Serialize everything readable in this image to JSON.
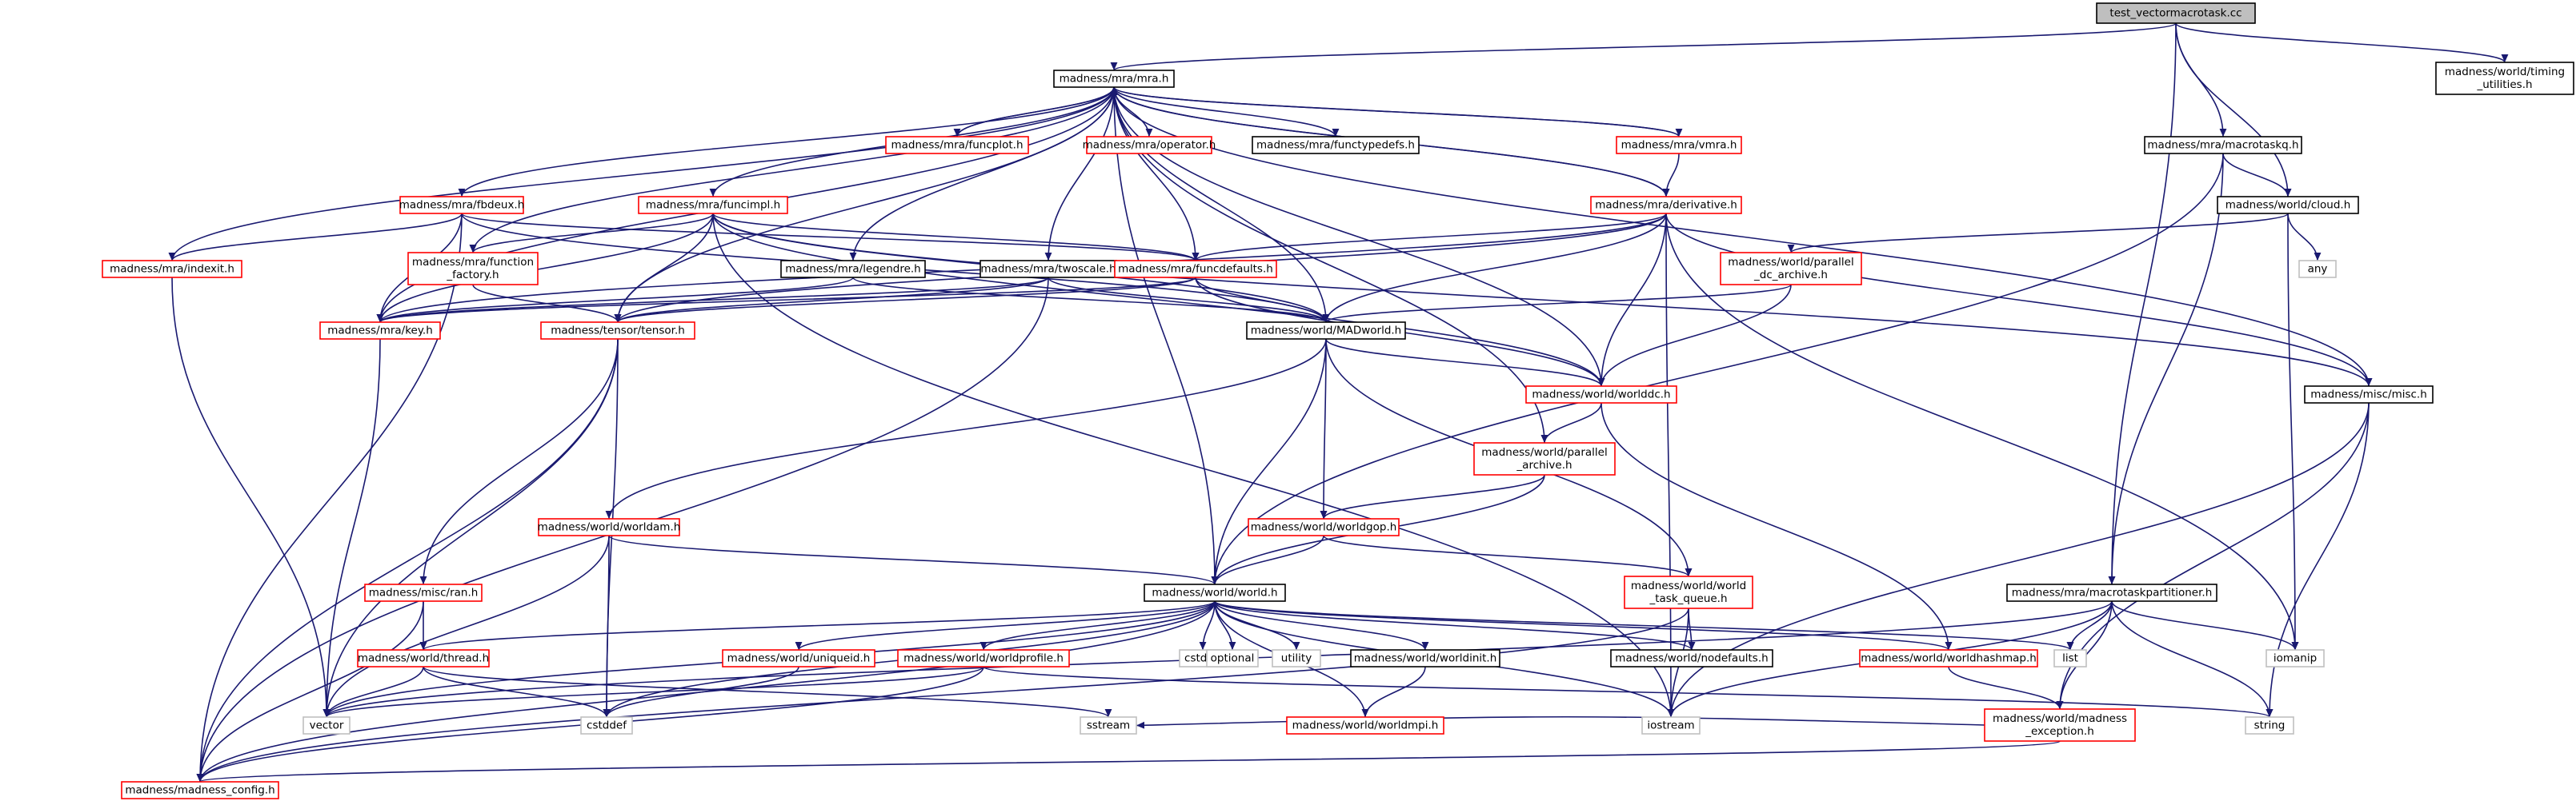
{
  "nodes": [
    {
      "id": "root",
      "label": "test_vectormacrotask.cc",
      "style": "root"
    },
    {
      "id": "timing",
      "label": "madness/world/timing\n_utilities.h",
      "style": "black"
    },
    {
      "id": "mra",
      "label": "madness/mra/mra.h",
      "style": "black"
    },
    {
      "id": "funcplot",
      "label": "madness/mra/funcplot.h",
      "style": "red"
    },
    {
      "id": "operator",
      "label": "madness/mra/operator.h",
      "style": "red"
    },
    {
      "id": "functypedefs",
      "label": "madness/mra/functypedefs.h",
      "style": "black"
    },
    {
      "id": "vmra",
      "label": "madness/mra/vmra.h",
      "style": "red"
    },
    {
      "id": "macrotaskq",
      "label": "madness/mra/macrotaskq.h",
      "style": "black"
    },
    {
      "id": "fbdeux",
      "label": "madness/mra/fbdeux.h",
      "style": "red"
    },
    {
      "id": "funcimpl",
      "label": "madness/mra/funcimpl.h",
      "style": "red"
    },
    {
      "id": "derivative",
      "label": "madness/mra/derivative.h",
      "style": "red"
    },
    {
      "id": "cloud",
      "label": "madness/world/cloud.h",
      "style": "black"
    },
    {
      "id": "indexit",
      "label": "madness/mra/indexit.h",
      "style": "red"
    },
    {
      "id": "funcfactory",
      "label": "madness/mra/function\n_factory.h",
      "style": "red"
    },
    {
      "id": "legendre",
      "label": "madness/mra/legendre.h",
      "style": "black"
    },
    {
      "id": "twoscale",
      "label": "madness/mra/twoscale.h",
      "style": "black"
    },
    {
      "id": "funcdefaults",
      "label": "madness/mra/funcdefaults.h",
      "style": "red"
    },
    {
      "id": "pardc",
      "label": "madness/world/parallel\n_dc_archive.h",
      "style": "red"
    },
    {
      "id": "any",
      "label": "any",
      "style": "gray"
    },
    {
      "id": "key",
      "label": "madness/mra/key.h",
      "style": "red"
    },
    {
      "id": "tensor",
      "label": "madness/tensor/tensor.h",
      "style": "red"
    },
    {
      "id": "madworld",
      "label": "madness/world/MADworld.h",
      "style": "black"
    },
    {
      "id": "worlddc",
      "label": "madness/world/worlddc.h",
      "style": "red"
    },
    {
      "id": "misc",
      "label": "madness/misc/misc.h",
      "style": "black"
    },
    {
      "id": "pararchive",
      "label": "madness/world/parallel\n_archive.h",
      "style": "red"
    },
    {
      "id": "worldam",
      "label": "madness/world/worldam.h",
      "style": "red"
    },
    {
      "id": "worldgop",
      "label": "madness/world/worldgop.h",
      "style": "red"
    },
    {
      "id": "ran",
      "label": "madness/misc/ran.h",
      "style": "red"
    },
    {
      "id": "world",
      "label": "madness/world/world.h",
      "style": "black"
    },
    {
      "id": "taskqueue",
      "label": "madness/world/world\n_task_queue.h",
      "style": "red"
    },
    {
      "id": "partitioner",
      "label": "madness/mra/macrotaskpartitioner.h",
      "style": "black"
    },
    {
      "id": "thread",
      "label": "madness/world/thread.h",
      "style": "red"
    },
    {
      "id": "uniqueid",
      "label": "madness/world/uniqueid.h",
      "style": "red"
    },
    {
      "id": "worldprofile",
      "label": "madness/world/worldprofile.h",
      "style": "red"
    },
    {
      "id": "cstdint",
      "label": "cstdint",
      "style": "gray"
    },
    {
      "id": "optional",
      "label": "optional",
      "style": "gray"
    },
    {
      "id": "utility",
      "label": "utility",
      "style": "gray"
    },
    {
      "id": "worldinit",
      "label": "madness/world/worldinit.h",
      "style": "black"
    },
    {
      "id": "nodefaults",
      "label": "madness/world/nodefaults.h",
      "style": "black"
    },
    {
      "id": "worldhashmap",
      "label": "madness/world/worldhashmap.h",
      "style": "red"
    },
    {
      "id": "list",
      "label": "list",
      "style": "gray"
    },
    {
      "id": "iomanip",
      "label": "iomanip",
      "style": "gray"
    },
    {
      "id": "vector",
      "label": "vector",
      "style": "gray"
    },
    {
      "id": "cstddef",
      "label": "cstddef",
      "style": "gray"
    },
    {
      "id": "sstream",
      "label": "sstream",
      "style": "gray"
    },
    {
      "id": "worldmpi",
      "label": "madness/world/worldmpi.h",
      "style": "red"
    },
    {
      "id": "iostream",
      "label": "iostream",
      "style": "gray"
    },
    {
      "id": "madexc",
      "label": "madness/world/madness\n_exception.h",
      "style": "red"
    },
    {
      "id": "string",
      "label": "string",
      "style": "gray"
    },
    {
      "id": "config",
      "label": "madness/madness_config.h",
      "style": "red"
    }
  ],
  "edges": [
    [
      "root",
      "mra"
    ],
    [
      "root",
      "macrotaskq"
    ],
    [
      "root",
      "cloud"
    ],
    [
      "root",
      "partitioner"
    ],
    [
      "root",
      "timing"
    ],
    [
      "mra",
      "funcplot"
    ],
    [
      "mra",
      "operator"
    ],
    [
      "mra",
      "functypedefs"
    ],
    [
      "mra",
      "vmra"
    ],
    [
      "mra",
      "fbdeux"
    ],
    [
      "mra",
      "funcimpl"
    ],
    [
      "mra",
      "derivative"
    ],
    [
      "mra",
      "indexit"
    ],
    [
      "mra",
      "funcfactory"
    ],
    [
      "mra",
      "legendre"
    ],
    [
      "mra",
      "twoscale"
    ],
    [
      "mra",
      "funcdefaults"
    ],
    [
      "mra",
      "key"
    ],
    [
      "mra",
      "tensor"
    ],
    [
      "mra",
      "madworld"
    ],
    [
      "mra",
      "worlddc"
    ],
    [
      "mra",
      "misc"
    ],
    [
      "mra",
      "pararchive"
    ],
    [
      "mra",
      "world"
    ],
    [
      "vmra",
      "mra"
    ],
    [
      "vmra",
      "derivative"
    ],
    [
      "derivative",
      "mra"
    ],
    [
      "funcplot",
      "mra"
    ],
    [
      "fbdeux",
      "indexit"
    ],
    [
      "fbdeux",
      "key"
    ],
    [
      "fbdeux",
      "funcdefaults"
    ],
    [
      "fbdeux",
      "config"
    ],
    [
      "fbdeux",
      "madworld"
    ],
    [
      "funcimpl",
      "funcfactory"
    ],
    [
      "funcimpl",
      "funcdefaults"
    ],
    [
      "funcimpl",
      "key"
    ],
    [
      "funcimpl",
      "tensor"
    ],
    [
      "funcimpl",
      "madworld"
    ],
    [
      "funcimpl",
      "worlddc"
    ],
    [
      "funcimpl",
      "iostream"
    ],
    [
      "funcimpl",
      "misc"
    ],
    [
      "derivative",
      "funcdefaults"
    ],
    [
      "derivative",
      "tensor"
    ],
    [
      "derivative",
      "madworld"
    ],
    [
      "derivative",
      "worlddc"
    ],
    [
      "derivative",
      "key"
    ],
    [
      "derivative",
      "misc"
    ],
    [
      "derivative",
      "iomanip"
    ],
    [
      "derivative",
      "iostream"
    ],
    [
      "macrotaskq",
      "cloud"
    ],
    [
      "macrotaskq",
      "partitioner"
    ],
    [
      "macrotaskq",
      "world"
    ],
    [
      "cloud",
      "pardc"
    ],
    [
      "cloud",
      "any"
    ],
    [
      "cloud",
      "iomanip"
    ],
    [
      "indexit",
      "vector"
    ],
    [
      "funcfactory",
      "tensor"
    ],
    [
      "legendre",
      "key"
    ],
    [
      "legendre",
      "madworld"
    ],
    [
      "twoscale",
      "tensor"
    ],
    [
      "twoscale",
      "key"
    ],
    [
      "twoscale",
      "madworld"
    ],
    [
      "twoscale",
      "config"
    ],
    [
      "funcdefaults",
      "key"
    ],
    [
      "funcdefaults",
      "tensor"
    ],
    [
      "funcdefaults",
      "madworld"
    ],
    [
      "funcdefaults",
      "worlddc"
    ],
    [
      "pardc",
      "madworld"
    ],
    [
      "pardc",
      "worlddc"
    ],
    [
      "key",
      "vector"
    ],
    [
      "tensor",
      "ran"
    ],
    [
      "tensor",
      "vector"
    ],
    [
      "tensor",
      "cstddef"
    ],
    [
      "tensor",
      "config"
    ],
    [
      "madworld",
      "worlddc"
    ],
    [
      "madworld",
      "worldam"
    ],
    [
      "madworld",
      "worldgop"
    ],
    [
      "madworld",
      "world"
    ],
    [
      "madworld",
      "taskqueue"
    ],
    [
      "worlddc",
      "pararchive"
    ],
    [
      "worlddc",
      "worldhashmap"
    ],
    [
      "misc",
      "iostream"
    ],
    [
      "misc",
      "string"
    ],
    [
      "misc",
      "madexc"
    ],
    [
      "pararchive",
      "worldgop"
    ],
    [
      "pararchive",
      "world"
    ],
    [
      "worldam",
      "world"
    ],
    [
      "worldam",
      "vector"
    ],
    [
      "worldam",
      "cstddef"
    ],
    [
      "worldgop",
      "world"
    ],
    [
      "worldgop",
      "taskqueue"
    ],
    [
      "ran",
      "thread"
    ],
    [
      "ran",
      "config"
    ],
    [
      "world",
      "thread"
    ],
    [
      "world",
      "uniqueid"
    ],
    [
      "world",
      "worldprofile"
    ],
    [
      "world",
      "cstdint"
    ],
    [
      "world",
      "optional"
    ],
    [
      "world",
      "utility"
    ],
    [
      "world",
      "worldinit"
    ],
    [
      "world",
      "nodefaults"
    ],
    [
      "world",
      "worldhashmap"
    ],
    [
      "world",
      "list"
    ],
    [
      "world",
      "iostream"
    ],
    [
      "world",
      "cstddef"
    ],
    [
      "world",
      "worldmpi"
    ],
    [
      "world",
      "config"
    ],
    [
      "world",
      "vector"
    ],
    [
      "taskqueue",
      "nodefaults"
    ],
    [
      "taskqueue",
      "iostream"
    ],
    [
      "taskqueue",
      "config"
    ],
    [
      "partitioner",
      "list"
    ],
    [
      "partitioner",
      "vector"
    ],
    [
      "partitioner",
      "string"
    ],
    [
      "partitioner",
      "iomanip"
    ],
    [
      "partitioner",
      "iostream"
    ],
    [
      "partitioner",
      "madexc"
    ],
    [
      "thread",
      "vector"
    ],
    [
      "thread",
      "cstddef"
    ],
    [
      "thread",
      "sstream"
    ],
    [
      "uniqueid",
      "cstddef"
    ],
    [
      "worldprofile",
      "config"
    ],
    [
      "worldprofile",
      "vector"
    ],
    [
      "worldprofile",
      "string"
    ],
    [
      "worldinit",
      "worldmpi"
    ],
    [
      "worldhashmap",
      "madexc"
    ],
    [
      "madexc",
      "config"
    ],
    [
      "madexc",
      "sstream"
    ]
  ]
}
